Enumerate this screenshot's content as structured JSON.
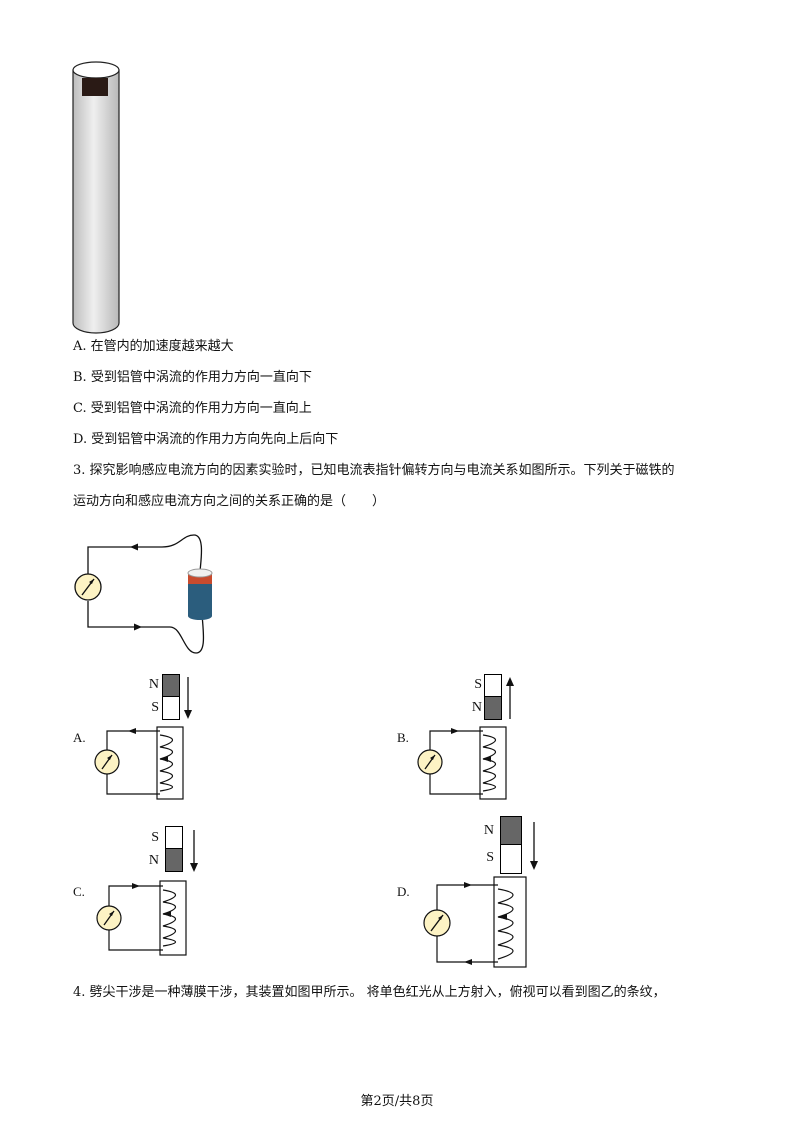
{
  "options_q2": [
    {
      "text": "A.  在管内的加速度越来越大"
    },
    {
      "text": "B.  受到铝管中涡流的作用力方向一直向下"
    },
    {
      "text": "C.  受到铝管中涡流的作用力方向一直向上"
    },
    {
      "text": "D.  受到铝管中涡流的作用力方向先向上后向下"
    }
  ],
  "question3": {
    "line1": "3.  探究影响感应电流方向的因素实验时，已知电流表指针偏转方向与电流关系如图所示。下列关于磁铁的",
    "line2": "运动方向和感应电流方向之间的关系正确的是（　　）"
  },
  "diagrams": [
    {
      "label": "A.",
      "top_pole": "N",
      "bottom_pole": "S",
      "arrow": "down"
    },
    {
      "label": "B.",
      "top_pole": "S",
      "bottom_pole": "N",
      "arrow": "up"
    },
    {
      "label": "C.",
      "top_pole": "S",
      "bottom_pole": "N",
      "arrow": "down"
    },
    {
      "label": "D.",
      "top_pole": "N",
      "bottom_pole": "S",
      "arrow": "down"
    }
  ],
  "question4": {
    "line1": "4.  劈尖干涉是一种薄膜干涉，其装置如图甲所示。 将单色红光从上方射入，俯视可以看到图乙的条纹，"
  },
  "footer": "第2页/共8页"
}
